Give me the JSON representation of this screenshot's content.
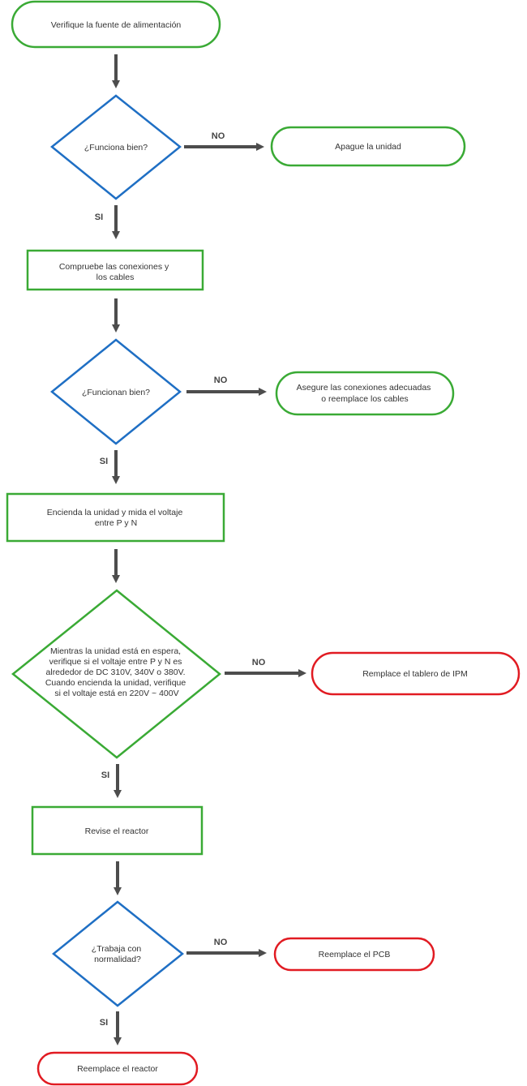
{
  "colors": {
    "green": "#3aaa35",
    "blue": "#1f6fc4",
    "red": "#e11b22",
    "arrow": "#4d4d4d"
  },
  "labels": {
    "yes": "SI",
    "no": "NO"
  },
  "nodes": {
    "start": {
      "lines": [
        "Verifique la fuente de alimentación"
      ]
    },
    "q_power": {
      "lines": [
        "¿Funciona bien?"
      ]
    },
    "turn_off": {
      "lines": [
        "Apague la unidad"
      ]
    },
    "check_connections": {
      "lines": [
        "Compruebe las conexiones y",
        "los cables"
      ]
    },
    "q_connections": {
      "lines": [
        "¿Funcionan bien?"
      ]
    },
    "secure_connections": {
      "lines": [
        "Asegure las conexiones adecuadas",
        "o reemplace los cables"
      ]
    },
    "measure_voltage": {
      "lines": [
        "Encienda la unidad y mida el voltaje",
        "entre P y N"
      ]
    },
    "q_voltage": {
      "lines": [
        "Mientras la unidad está en espera,",
        "verifique si el voltaje entre P y N es",
        "alrededor de DC 310V, 340V o 380V.",
        "Cuando encienda la unidad, verifique",
        "si el voltaje está en 220V ~ 400V"
      ]
    },
    "replace_ipm": {
      "lines": [
        "Remplace el tablero de IPM"
      ]
    },
    "check_reactor": {
      "lines": [
        "Revise el reactor"
      ]
    },
    "q_normal": {
      "lines": [
        "¿Trabaja con",
        "normalidad?"
      ]
    },
    "replace_pcb": {
      "lines": [
        "Reemplace el PCB"
      ]
    },
    "replace_reactor": {
      "lines": [
        "Reemplace el reactor"
      ]
    }
  }
}
